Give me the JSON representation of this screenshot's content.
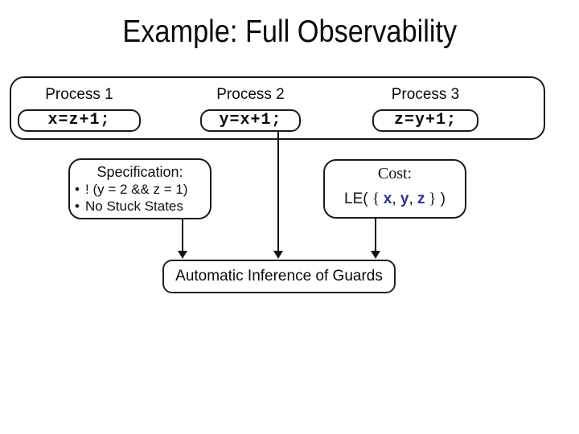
{
  "slide_title": "Example: Full Observability",
  "processes": [
    {
      "label": "Process 1",
      "code": "x=z+1;"
    },
    {
      "label": "Process 2",
      "code": "y=x+1;"
    },
    {
      "label": "Process 3",
      "code": "z=y+1;"
    }
  ],
  "specification": {
    "heading": "Specification:",
    "bullet_char": "•",
    "bullets": [
      "! (y = 2 && z = 1)",
      "No Stuck States"
    ]
  },
  "cost": {
    "heading": "Cost:",
    "expr": {
      "open": "LE( ",
      "brace_open": "{ ",
      "x": "x",
      "sep1": ", ",
      "y": "y",
      "sep2": ", ",
      "z": "z",
      "brace_close": " }",
      "close": " )"
    }
  },
  "inference_label": "Automatic Inference of Guards",
  "colors": {
    "variable_navy": "#2e3192",
    "line_black": "#1a1a1a"
  }
}
